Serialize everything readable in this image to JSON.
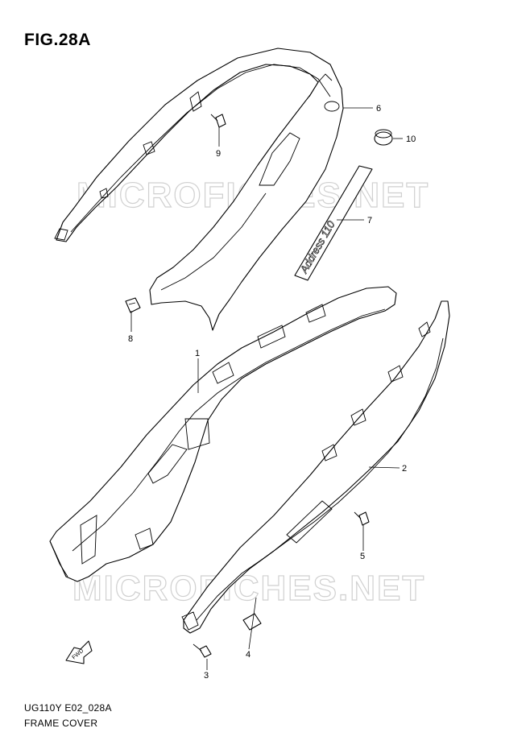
{
  "figure": {
    "title": "FIG.28A"
  },
  "watermark": {
    "text": "MICROFICHES.NET"
  },
  "callouts": [
    {
      "number": "1"
    },
    {
      "number": "2"
    },
    {
      "number": "3"
    },
    {
      "number": "4"
    },
    {
      "number": "5"
    },
    {
      "number": "6"
    },
    {
      "number": "7"
    },
    {
      "number": "8"
    },
    {
      "number": "9"
    },
    {
      "number": "10"
    }
  ],
  "decal_text": "Address 110",
  "footer": {
    "code": "UG110Y E02_028A",
    "name": "FRAME COVER"
  },
  "icons": [
    "fwd-arrow-icon"
  ]
}
